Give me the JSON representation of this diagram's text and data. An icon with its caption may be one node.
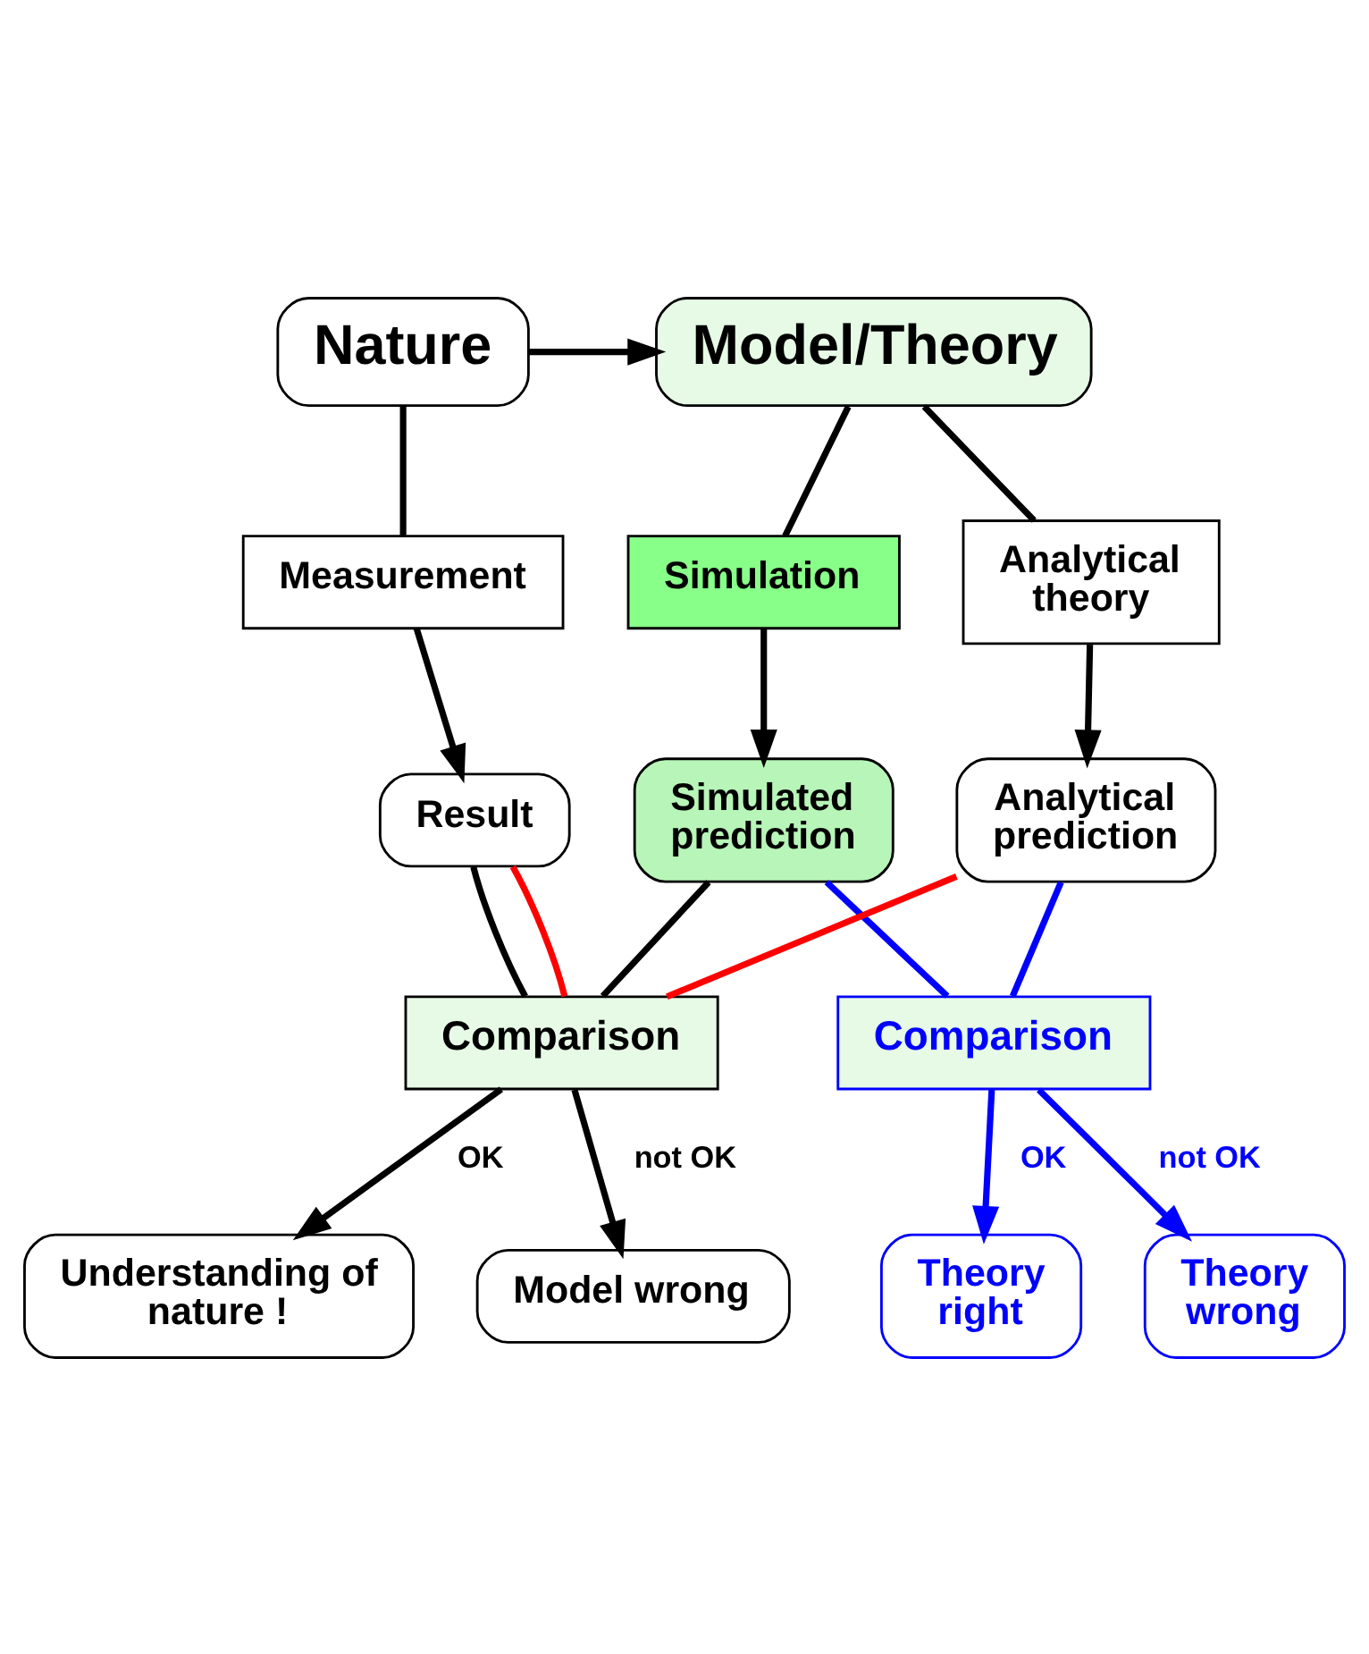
{
  "diagram": {
    "nodes": [
      {
        "text": [
          "Nature"
        ]
      },
      {
        "text": [
          "Model/Theory"
        ]
      },
      {
        "text": [
          "Measurement"
        ]
      },
      {
        "text": [
          "Simulation"
        ]
      },
      {
        "text": [
          "Analytical theory"
        ]
      },
      {
        "text": [
          "Result"
        ]
      },
      {
        "text": [
          "Simulated prediction"
        ]
      },
      {
        "text": [
          "Analytical prediction"
        ]
      },
      {
        "text": [
          "Comparison"
        ]
      },
      {
        "text": [
          "Comparison"
        ]
      },
      {
        "text": [
          "Understanding of nature !"
        ]
      },
      {
        "text": [
          "Model wrong"
        ]
      },
      {
        "text": [
          "Theory right"
        ]
      },
      {
        "text": [
          "Theory wrong"
        ]
      }
    ],
    "edges": [
      {
        "from": 0,
        "to": 1,
        "arrow": "to"
      },
      {
        "from": 0,
        "to": 2,
        "arrow": "none"
      },
      {
        "from": 1,
        "to": 3,
        "arrow": "none"
      },
      {
        "from": 1,
        "to": 4,
        "arrow": "none"
      },
      {
        "from": 2,
        "to": 5,
        "arrow": "to"
      },
      {
        "from": 3,
        "to": 6,
        "arrow": "to"
      },
      {
        "from": 4,
        "to": 7,
        "arrow": "to"
      },
      {
        "from": 5,
        "to": 8,
        "arrow": "none"
      },
      {
        "from": 6,
        "to": 8,
        "arrow": "none"
      },
      {
        "from": 5,
        "to": 8,
        "arrow": "none",
        "color": "#ff0000"
      },
      {
        "from": 7,
        "to": 8,
        "arrow": "none",
        "color": "#ff0000"
      },
      {
        "from": 6,
        "to": 9,
        "arrow": "none",
        "color": "#0000ff"
      },
      {
        "from": 7,
        "to": 9,
        "arrow": "none",
        "color": "#0000ff"
      },
      {
        "from": 8,
        "to": 10,
        "arrow": "to",
        "label": "OK"
      },
      {
        "from": 8,
        "to": 11,
        "arrow": "to",
        "label": "not OK"
      },
      {
        "from": 9,
        "to": 12,
        "arrow": "to",
        "label": "OK",
        "color": "#0000ff"
      },
      {
        "from": 9,
        "to": 13,
        "arrow": "to",
        "label": "not OK",
        "color": "#0000ff"
      }
    ]
  }
}
